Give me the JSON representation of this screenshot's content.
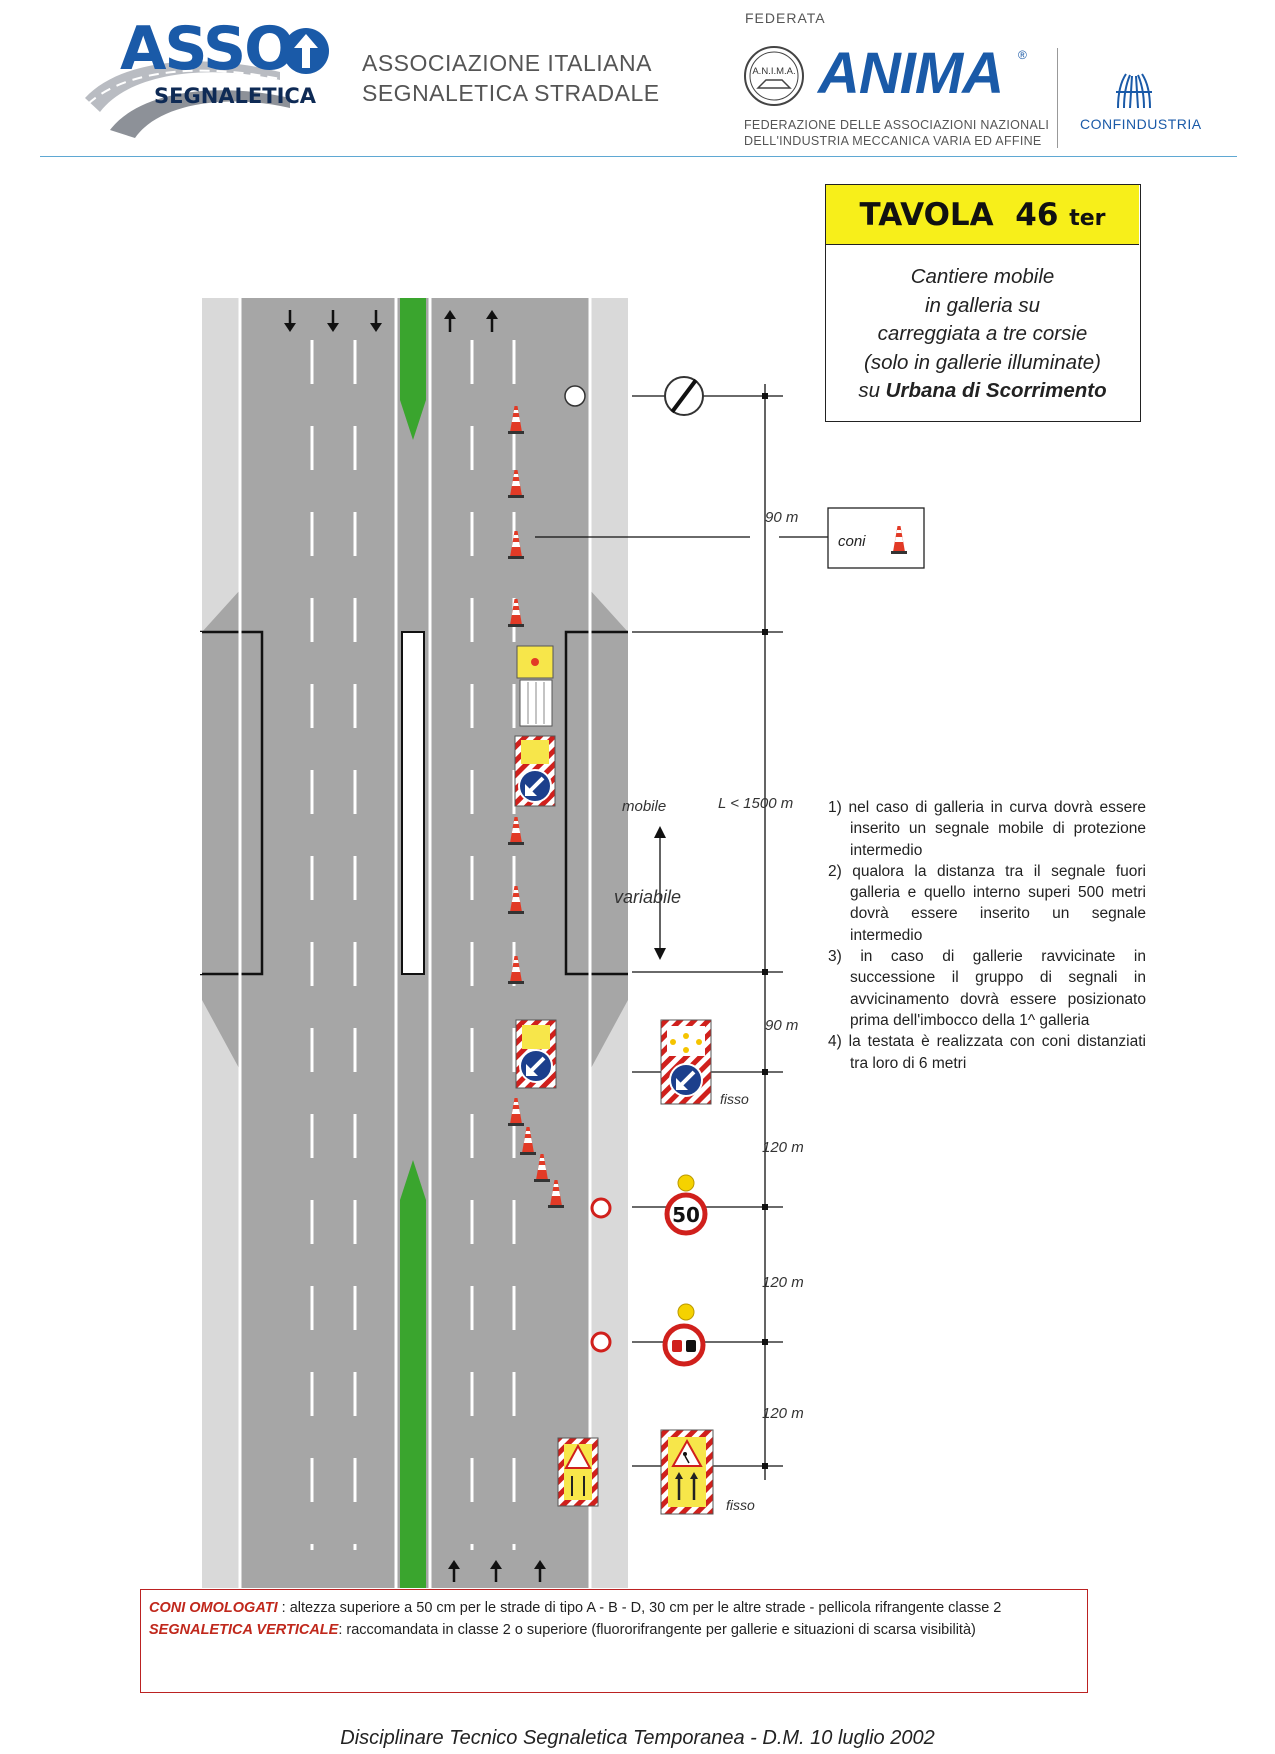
{
  "header": {
    "asso_word": "ASSO",
    "asso_sub": "SEGNALETICA",
    "assoc_line1": "ASSOCIAZIONE ITALIANA",
    "assoc_line2": "SEGNALETICA STRADALE",
    "federata": "FEDERATA",
    "anima_seal_text": "A.N.I.M.A.",
    "anima_word": "ANIMA",
    "anima_reg": "®",
    "anima_sub1": "FEDERAZIONE DELLE ASSOCIAZIONI NAZIONALI",
    "anima_sub2": "DELL'INDUSTRIA MECCANICA VARIA ED AFFINE",
    "confindustria": "CONFINDUSTRIA"
  },
  "title": {
    "tavola": "TAVOLA",
    "number": "46",
    "suffix": "ter",
    "desc1": "Cantiere mobile",
    "desc2": "in galleria su",
    "desc3": "carreggiata a tre corsie",
    "desc4": "(solo in gallerie illuminate)",
    "desc5_prefix": "su ",
    "desc5_bold": "Urbana di Scorrimento"
  },
  "diagram": {
    "dist_90_top": "90 m",
    "coni_label": "coni",
    "mobile_label": "mobile",
    "length_label": "L < 1500 m",
    "variabile_label": "variabile",
    "dist_90_bottom": "90 m",
    "fisso_1": "fisso",
    "dist_120_a": "120 m",
    "speed_limit": "50",
    "dist_120_b": "120 m",
    "dist_120_c": "120 m",
    "fisso_2": "fisso"
  },
  "notes": [
    "1) nel caso di galleria in curva dovrà essere inserito un segnale mobile di protezione intermedio",
    "2) qualora la distanza tra il segnale fuori galleria e quello interno superi 500 metri dovrà essere inserito un segnale intermedio",
    "3) in caso di gallerie ravvicinate in successione il gruppo di segnali in avvicinamento dovrà essere posizionato prima dell'imbocco della 1^ galleria",
    "4) la testata è realizzata con coni distanziati tra loro di 6 metri"
  ],
  "legend": {
    "key1": "CONI OMOLOGATI",
    "text1": " : altezza superiore a 50 cm per le strade di tipo A - B - D, 30 cm per le altre strade - pellicola rifrangente classe 2",
    "key2": "SEGNALETICA VERTICALE",
    "text2": ": raccomandata in classe 2 o superiore (fluororifrangente per gallerie e situazioni di scarsa visibilità)"
  },
  "footer": "Disciplinare Tecnico Segnaletica Temporanea - D.M.  10 luglio 2002",
  "colors": {
    "asphalt": "#a6a6a6",
    "shoulder": "#d9d9d9",
    "median_green": "#3aa52e",
    "title_yellow": "#f7ef1a",
    "sign_red": "#d0201c",
    "sign_blue": "#1c3f8c",
    "brand_blue": "#1a5aa8"
  },
  "icons": [
    "road-curve-icon",
    "arrow-up-icon",
    "cone-icon",
    "arrow-down-icon",
    "bottom-left-arrow-icon",
    "warning-light-icon",
    "no-overtaking-icon",
    "speed-limit-icon",
    "end-restriction-icon",
    "lane-closed-icon",
    "roadworks-icon",
    "fasces-icon"
  ]
}
